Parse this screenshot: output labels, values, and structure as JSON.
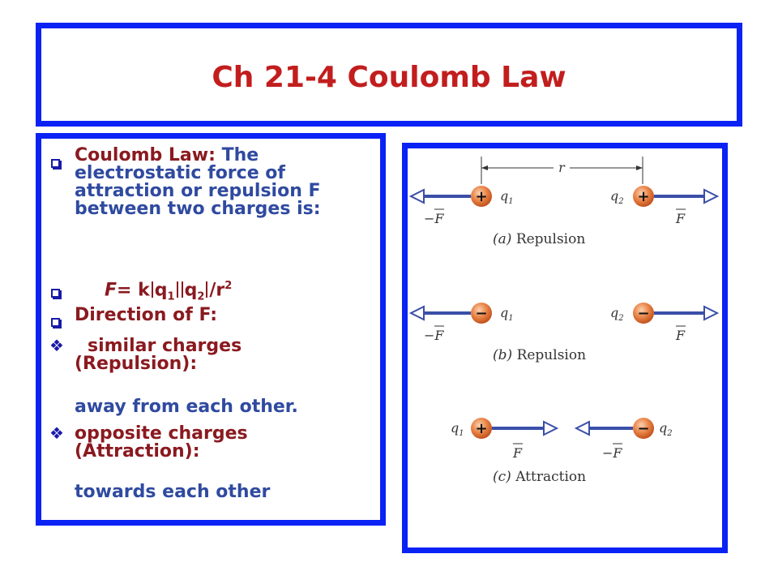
{
  "title": "Ch 21-4 Coulomb Law",
  "text": {
    "b1_label": "Coulomb Law:",
    "b1_rest": " The electrostatic force of attraction or repulsion F between two charges is:",
    "formula": {
      "f": "F",
      "eq": "= k",
      "q": "q",
      "sub1": "1",
      "sub2": "2",
      "div": "/r",
      "sup": "2"
    },
    "b3": "Direction of F:",
    "b4": "similar charges (Repulsion):",
    "b4_detail": "away from each other.",
    "b5": "opposite charges (Attraction):",
    "b5_detail": "towards each other"
  },
  "figure": {
    "r_label": "r",
    "q1": "q",
    "q1_sub": "1",
    "q2": "q",
    "q2_sub": "2",
    "force": "F",
    "neg_force": "−F",
    "plus": "+",
    "minus": "−",
    "caption_a_tag": "(a)",
    "caption_a": "Repulsion",
    "caption_b_tag": "(b)",
    "caption_b": "Repulsion",
    "caption_c_tag": "(c)",
    "caption_c": "Attraction"
  },
  "colors": {
    "frame_blue": "#0b22f5",
    "title_red": "#c21e1e",
    "text_maroon": "#8a1a20",
    "text_blue": "#2f4aa0",
    "arrow_blue": "#3b4fa8",
    "charge_orange": "#e06a2e"
  }
}
